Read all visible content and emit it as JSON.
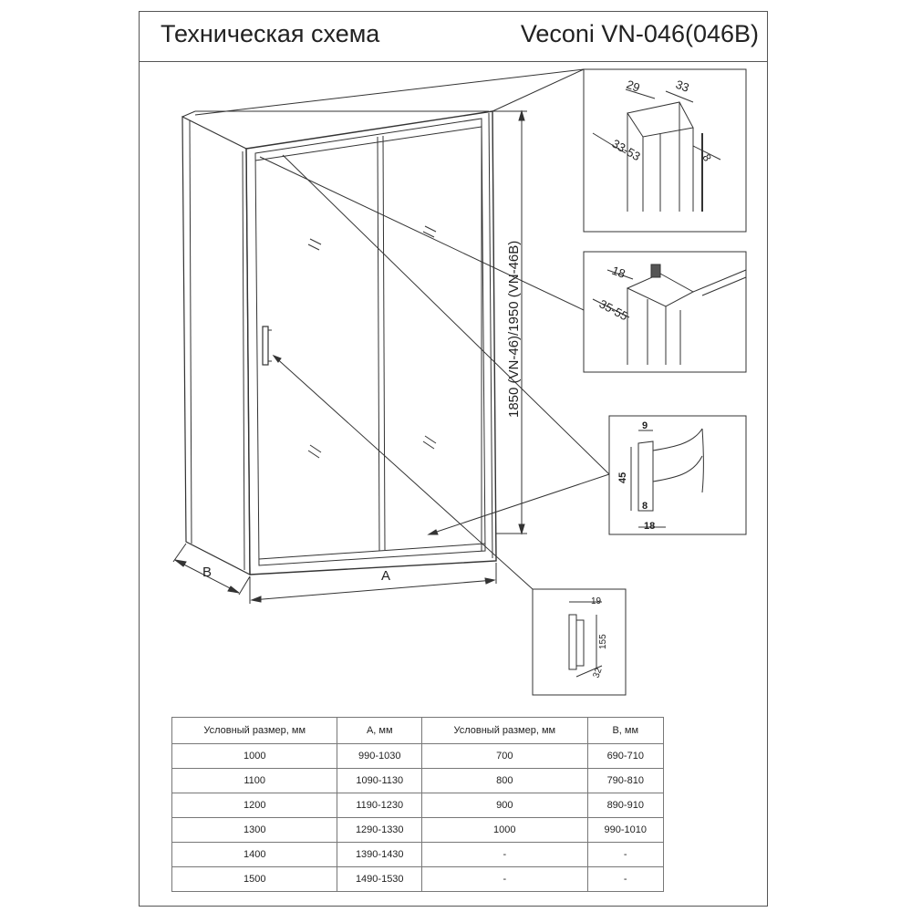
{
  "header": {
    "title": "Техническая схема",
    "model": "Veconi VN-046(046B)"
  },
  "diagram": {
    "height_label": "1850 (VN-46)/1950 (VN-46B)",
    "width_label": "A",
    "depth_label": "B",
    "detail_top": {
      "top_left": "29",
      "top_right": "33",
      "range": "33-53",
      "side": "8"
    },
    "detail_wall": {
      "top": "18",
      "range": "35-55"
    },
    "detail_roller": {
      "top": "9",
      "height": "45",
      "bottom": "8",
      "width": "18"
    },
    "detail_handle": {
      "width": "19",
      "length": "155",
      "depth": "32"
    }
  },
  "table": {
    "headers": [
      "Условный размер, мм",
      "A, мм",
      "Условный размер, мм",
      "B, мм"
    ],
    "rows": [
      [
        "1000",
        "990-1030",
        "700",
        "690-710"
      ],
      [
        "1100",
        "1090-1130",
        "800",
        "790-810"
      ],
      [
        "1200",
        "1190-1230",
        "900",
        "890-910"
      ],
      [
        "1300",
        "1290-1330",
        "1000",
        "990-1010"
      ],
      [
        "1400",
        "1390-1430",
        "-",
        "-"
      ],
      [
        "1500",
        "1490-1530",
        "-",
        "-"
      ]
    ]
  }
}
